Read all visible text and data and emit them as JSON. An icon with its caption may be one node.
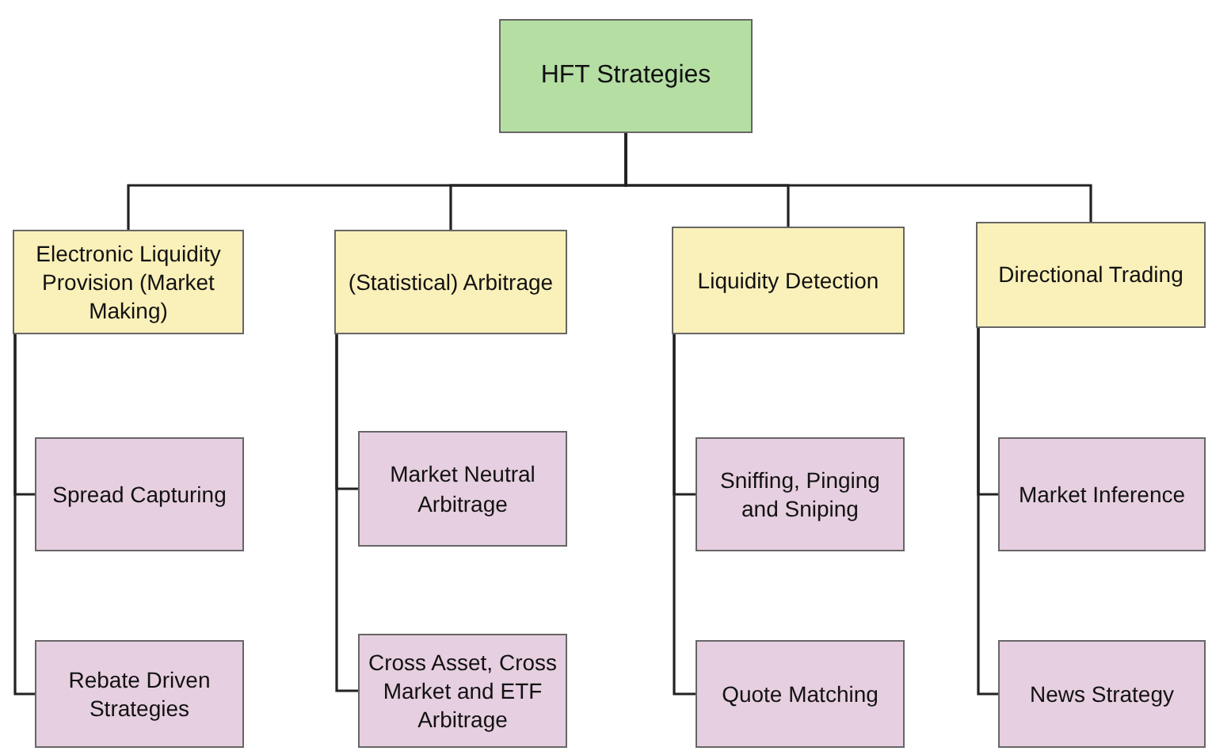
{
  "diagram": {
    "nodes": [
      {
        "text": [
          "HFT Strategies"
        ]
      },
      {
        "text": [
          "Electronic Liquidity Provision (Market Making)"
        ]
      },
      {
        "text": [
          "(Statistical) Arbitrage"
        ]
      },
      {
        "text": [
          "Liquidity Detection"
        ]
      },
      {
        "text": [
          "Directional Trading"
        ]
      },
      {
        "text": [
          "Spread Capturing"
        ]
      },
      {
        "text": [
          "Rebate Driven Strategies"
        ]
      },
      {
        "text": [
          "Market Neutral Arbitrage"
        ]
      },
      {
        "text": [
          "Cross Asset, Cross Market and ETF Arbitrage"
        ]
      },
      {
        "text": [
          "Sniffing, Pinging and Sniping"
        ]
      },
      {
        "text": [
          "Quote Matching"
        ]
      },
      {
        "text": [
          "Market Inference"
        ]
      },
      {
        "text": [
          "News Strategy"
        ]
      }
    ],
    "edges": [
      {
        "from": 0,
        "to": 1,
        "arrow": "none"
      },
      {
        "from": 0,
        "to": 2,
        "arrow": "none"
      },
      {
        "from": 0,
        "to": 3,
        "arrow": "none"
      },
      {
        "from": 0,
        "to": 4,
        "arrow": "none"
      },
      {
        "from": 1,
        "to": 5,
        "arrow": "none"
      },
      {
        "from": 1,
        "to": 6,
        "arrow": "none"
      },
      {
        "from": 2,
        "to": 7,
        "arrow": "none"
      },
      {
        "from": 2,
        "to": 8,
        "arrow": "none"
      },
      {
        "from": 3,
        "to": 9,
        "arrow": "none"
      },
      {
        "from": 3,
        "to": 10,
        "arrow": "none"
      },
      {
        "from": 4,
        "to": 11,
        "arrow": "none"
      },
      {
        "from": 4,
        "to": 12,
        "arrow": "none"
      }
    ]
  }
}
